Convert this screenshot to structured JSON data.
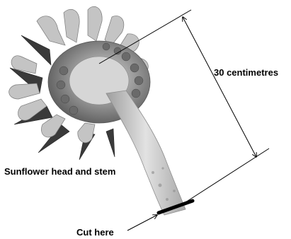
{
  "labels": {
    "measurement": "30 centimetres",
    "subject": "Sunflower head and stem",
    "cut_instruction": "Cut here"
  },
  "colors": {
    "background": "#ffffff",
    "ink": "#000000",
    "petal_light": "#bdbdbd",
    "petal_dark": "#3a3a3a",
    "head_back": "#9a9a9a",
    "stem": "#cfcfcf"
  },
  "icons": {
    "subject": "sunflower-head-back-view",
    "measure": "double-headed-dimension-arrow",
    "pointer": "arrow-pointer",
    "cut": "cut-mark"
  }
}
